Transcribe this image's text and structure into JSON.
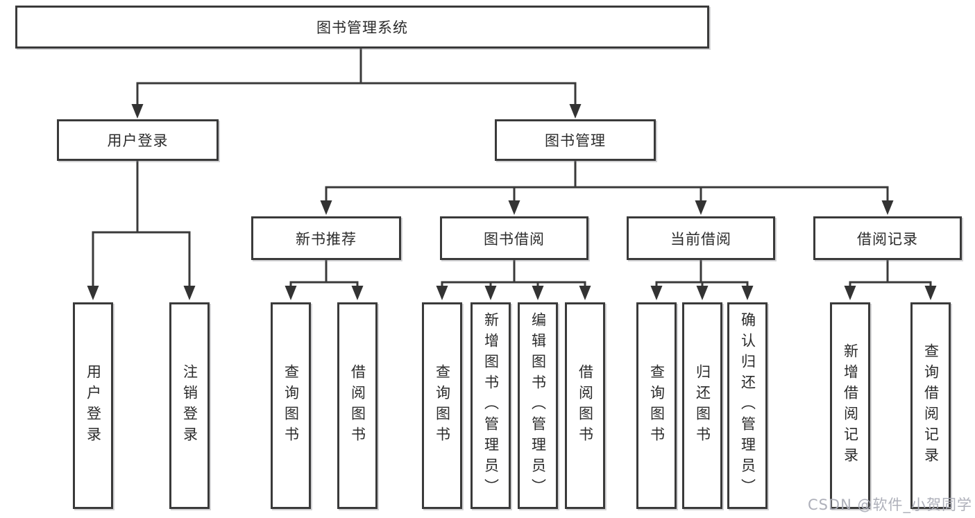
{
  "diagram_title": "图书管理系统",
  "nodes": {
    "root": {
      "label": "图书管理系统"
    },
    "branches": [
      {
        "label": "用户登录",
        "children": [
          {
            "label": "用户登录"
          },
          {
            "label": "注销登录"
          }
        ]
      },
      {
        "label": "图书管理",
        "children": [
          {
            "label": "新书推荐",
            "children": [
              {
                "label": "查询图书"
              },
              {
                "label": "借阅图书"
              }
            ]
          },
          {
            "label": "图书借阅",
            "children": [
              {
                "label": "查询图书"
              },
              {
                "label": "新增图书（管理员）"
              },
              {
                "label": "编辑图书（管理员）"
              },
              {
                "label": "借阅图书"
              }
            ]
          },
          {
            "label": "当前借阅",
            "children": [
              {
                "label": "查询图书"
              },
              {
                "label": "归还图书"
              },
              {
                "label": "确认归还（管理员）"
              }
            ]
          },
          {
            "label": "借阅记录",
            "children": [
              {
                "label": "新增借阅记录"
              },
              {
                "label": "查询借阅记录"
              }
            ]
          }
        ]
      }
    ]
  },
  "colors": {
    "line": "#3a3a3a",
    "box_border": "#3a3a3a",
    "text": "#2b2b2b",
    "watermark": "#aaacb6",
    "background": "#ffffff"
  },
  "watermark": {
    "text": "CSDN @软件_小贺同学"
  }
}
